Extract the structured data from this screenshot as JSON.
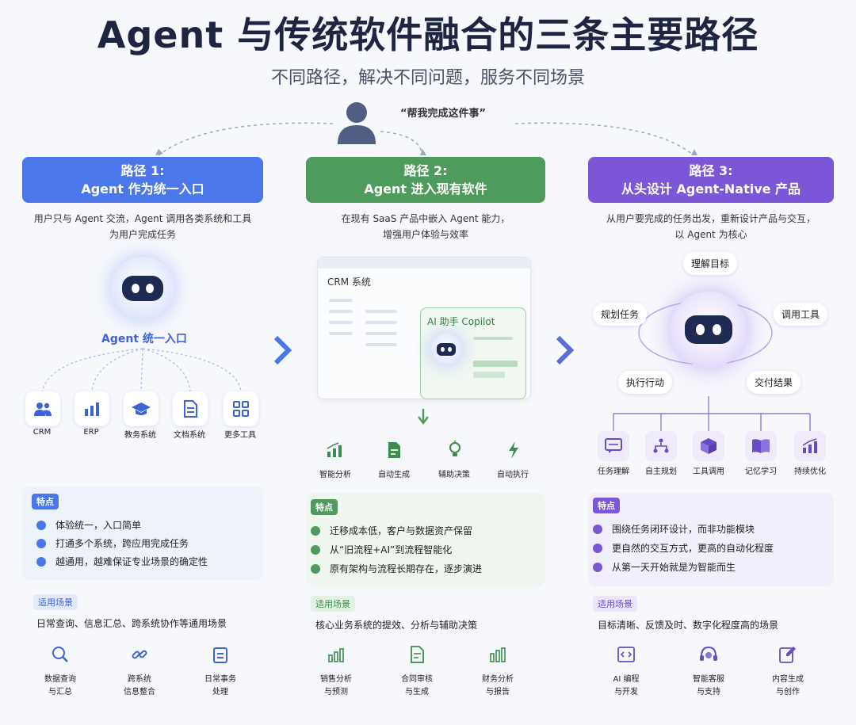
{
  "title": "Agent 与传统软件融合的三条主要路径",
  "subtitle": "不同路径，解决不同问题，服务不同场景",
  "request": "“帮我完成这件事”",
  "colors": {
    "path1": "#4a77ea",
    "path2": "#4f9a5d",
    "path3": "#7b56d6"
  },
  "path1": {
    "header_line1": "路径 1:",
    "header_line2": "Agent 作为统一入口",
    "desc_line1": "用户只与 Agent 交流，Agent 调用各类系统和工具",
    "desc_line2": "为用户完成任务",
    "center_label": "Agent 统一入口",
    "tools": [
      {
        "icon": "users-icon",
        "label": "CRM"
      },
      {
        "icon": "bar-chart-icon",
        "label": "ERP"
      },
      {
        "icon": "graduation-cap-icon",
        "label": "教务系统"
      },
      {
        "icon": "document-icon",
        "label": "文档系统"
      },
      {
        "icon": "grid-icon",
        "label": "更多工具"
      }
    ],
    "features_tag": "特点",
    "features": [
      "体验统一，入口简单",
      "打通多个系统，跨应用完成任务",
      "越通用，越难保证专业场景的确定性"
    ],
    "scene_tag": "适用场景",
    "scene_text": "日常查询、信息汇总、跨系统协作等通用场景",
    "scenes": [
      {
        "icon": "search-icon",
        "line1": "数据查询",
        "line2": "与汇总"
      },
      {
        "icon": "link-icon",
        "line1": "跨系统",
        "line2": "信息整合"
      },
      {
        "icon": "clipboard-icon",
        "line1": "日常事务",
        "line2": "处理"
      }
    ]
  },
  "path2": {
    "header_line1": "路径 2:",
    "header_line2": "Agent 进入现有软件",
    "desc_line1": "在现有 SaaS 产品中嵌入 Agent 能力，",
    "desc_line2": "增强用户体验与效率",
    "crm_title": "CRM 系统",
    "copilot_title": "AI 助手 Copilot",
    "features_row": [
      {
        "icon": "chart-icon",
        "label": "智能分析"
      },
      {
        "icon": "doc-edit-icon",
        "label": "自动生成"
      },
      {
        "icon": "bulb-icon",
        "label": "辅助决策"
      },
      {
        "icon": "bolt-icon",
        "label": "自动执行"
      }
    ],
    "features_tag": "特点",
    "features": [
      "迁移成本低，客户与数据资产保留",
      "从“旧流程+AI”到流程智能化",
      "原有架构与流程长期存在，逐步演进"
    ],
    "scene_tag": "适用场景",
    "scene_text": "核心业务系统的提效、分析与辅助决策",
    "scenes": [
      {
        "icon": "sales-chart-icon",
        "line1": "销售分析",
        "line2": "与预测"
      },
      {
        "icon": "contract-icon",
        "line1": "合同审核",
        "line2": "与生成"
      },
      {
        "icon": "finance-chart-icon",
        "line1": "财务分析",
        "line2": "与报告"
      }
    ]
  },
  "path3": {
    "header_line1": "路径 3:",
    "header_line2": "从头设计 Agent-Native 产品",
    "desc_line1": "从用户要完成的任务出发，重新设计产品与交互，",
    "desc_line2": "以 Agent 为核心",
    "orbit": [
      "理解目标",
      "规划任务",
      "调用工具",
      "执行行动",
      "交付结果"
    ],
    "capabilities": [
      {
        "icon": "chat-icon",
        "label": "任务理解"
      },
      {
        "icon": "tree-icon",
        "label": "自主规划"
      },
      {
        "icon": "cube-icon",
        "label": "工具调用"
      },
      {
        "icon": "book-icon",
        "label": "记忆学习"
      },
      {
        "icon": "growth-icon",
        "label": "持续优化"
      }
    ],
    "features_tag": "特点",
    "features": [
      "围绕任务闭环设计，而非功能模块",
      "更自然的交互方式，更高的自动化程度",
      "从第一天开始就是为智能而生"
    ],
    "scene_tag": "适用场景",
    "scene_text": "目标清晰、反馈及时、数字化程度高的场景",
    "scenes": [
      {
        "icon": "code-icon",
        "line1": "AI 编程",
        "line2": "与开发"
      },
      {
        "icon": "headset-icon",
        "line1": "智能客服",
        "line2": "与支持"
      },
      {
        "icon": "edit-icon",
        "line1": "内容生成",
        "line2": "与创作"
      }
    ]
  }
}
